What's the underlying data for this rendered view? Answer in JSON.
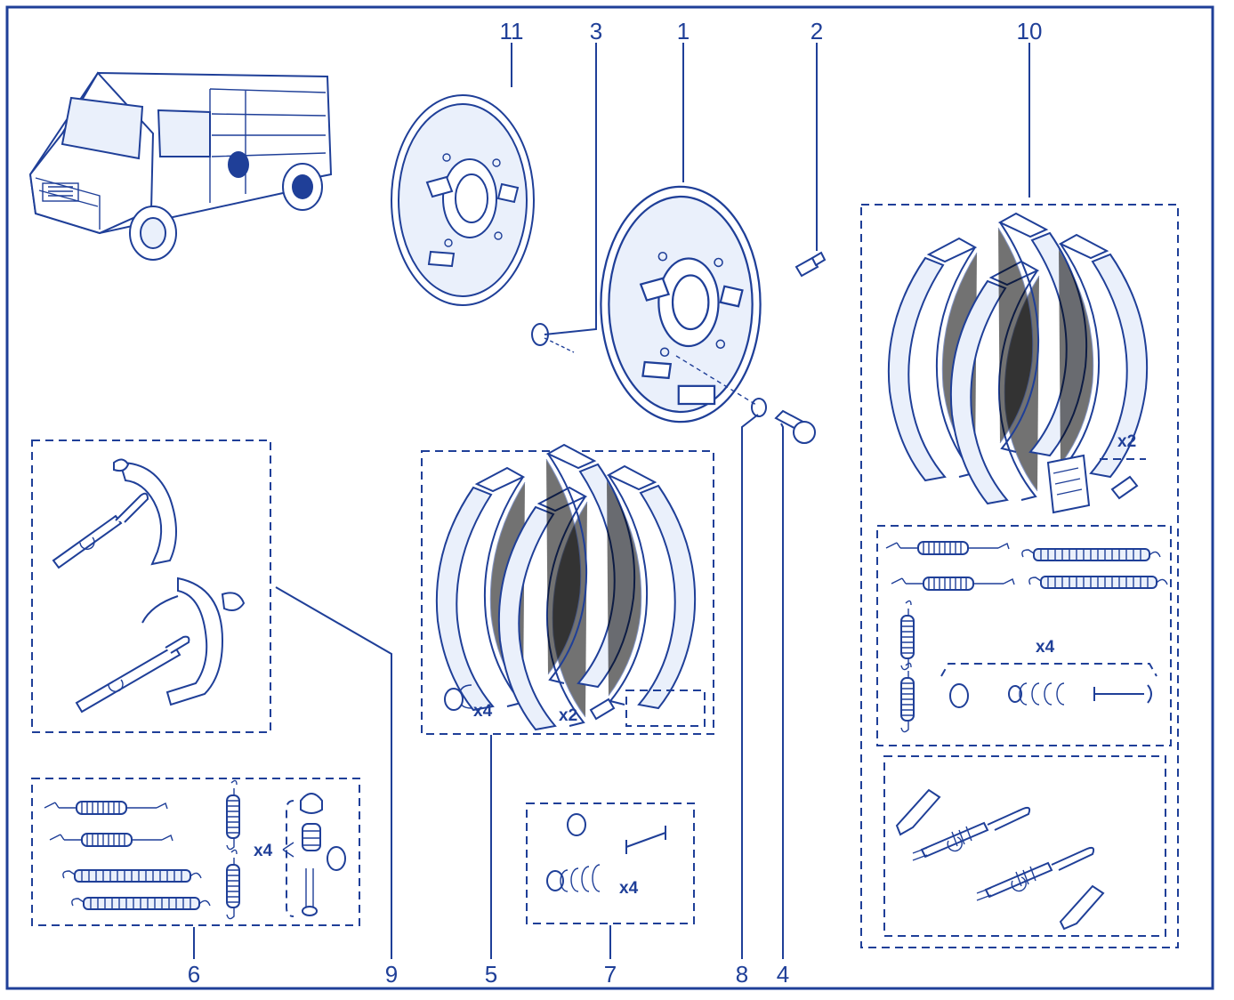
{
  "colors": {
    "ink": "#1f3f98",
    "paper": "#ffffff",
    "fill": "#eaf0fb"
  },
  "callouts": {
    "p1": "1",
    "p2": "2",
    "p3": "3",
    "p4": "4",
    "p5": "5",
    "p6": "6",
    "p7": "7",
    "p8": "8",
    "p9": "9",
    "p10": "10",
    "p11": "11"
  },
  "multipliers": {
    "kit5_x4": "x4",
    "kit5_x2": "x2",
    "kit6_x4": "x4",
    "kit7_x4": "x4",
    "kit10_x2": "x2",
    "kit10_x4": "x4"
  },
  "icons": [
    "van-illustration",
    "brake-drum-icon",
    "backing-plate-icon",
    "brake-shoe-icon",
    "spring-icon",
    "adjuster-icon"
  ]
}
